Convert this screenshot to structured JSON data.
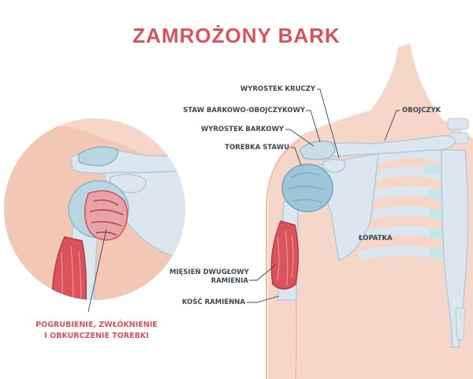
{
  "title": "ZAMROŻONY BARK",
  "labels": {
    "coracoid": "WYROSTEK KRUCZY",
    "acromioclavicular": "STAW BARKOWO-OBOJCZYKOWY",
    "acromion": "WYROSTEK BARKOWY",
    "capsule": "TOREBKA STAWU",
    "clavicle": "OBOJCZYK",
    "scapula": "ŁOPATKA",
    "biceps_line1": "MIĘSIEŃ DWUGŁOWY",
    "biceps_line2": "RAMIENIA",
    "humerus": "KOŚĆ RAMIENNA",
    "caption_line1": "POGRUBIENIE, ZWŁÓKNIENIE",
    "caption_line2": "I OBKURCZENIE TOREBKI"
  },
  "colors": {
    "accent": "#d9535c",
    "skin": "#f6d6c8",
    "bone": "#dbe6ef",
    "capsule": "#9fc6d8",
    "muscle": "#d9535c",
    "text": "#3d4852"
  }
}
